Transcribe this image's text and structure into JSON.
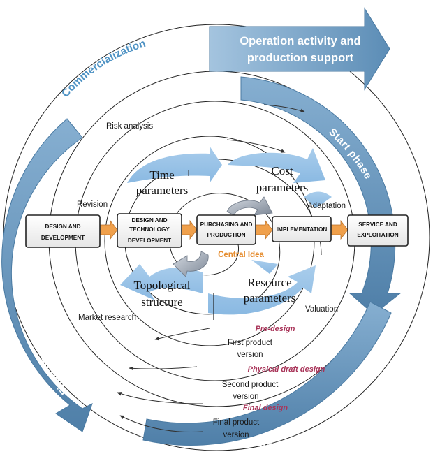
{
  "header": {
    "operation_line1": "Operation activity and",
    "operation_line2": "production support"
  },
  "phases": {
    "commercialization": "Commercialization",
    "start": "Start phase",
    "final": "Final phase",
    "intermediate": "Intermediate"
  },
  "process_boxes": [
    {
      "line1": "Design and",
      "line2": "development"
    },
    {
      "line1": "Design and",
      "line2": "technology",
      "line3": "development"
    },
    {
      "line1": "Purchasing and",
      "line2": "production"
    },
    {
      "line1": "Implementation"
    },
    {
      "line1": "Service and",
      "line2": "exploitation"
    }
  ],
  "parameters": {
    "time_line1": "Time",
    "time_line2": "parameters",
    "cost_line1": "Cost",
    "cost_line2": "parameters",
    "topo_line1": "Topological",
    "topo_line2": "structure",
    "resource_line1": "Resource",
    "resource_line2": "parameters"
  },
  "center_label": "Central Idea",
  "spiral_labels": {
    "risk_analysis": "Risk analysis",
    "revision": "Revision",
    "adaptation": "Adaptation",
    "valuation": "Valuation",
    "market_research": "Market research"
  },
  "design_stages": {
    "pre": "Pre-design",
    "physical": "Physical draft design",
    "final": "Final design"
  },
  "versions": {
    "first_line1": "First product",
    "first_line2": "version",
    "second_line1": "Second product",
    "second_line2": "version",
    "final_line1": "Final product",
    "final_line2": "version"
  },
  "colors": {
    "steel_blue": "#5e8fb6",
    "light_blue": "#9cc3e6",
    "orange": "#f0a04b",
    "label_blue": "#4f93c4",
    "design_red": "#a83358"
  }
}
